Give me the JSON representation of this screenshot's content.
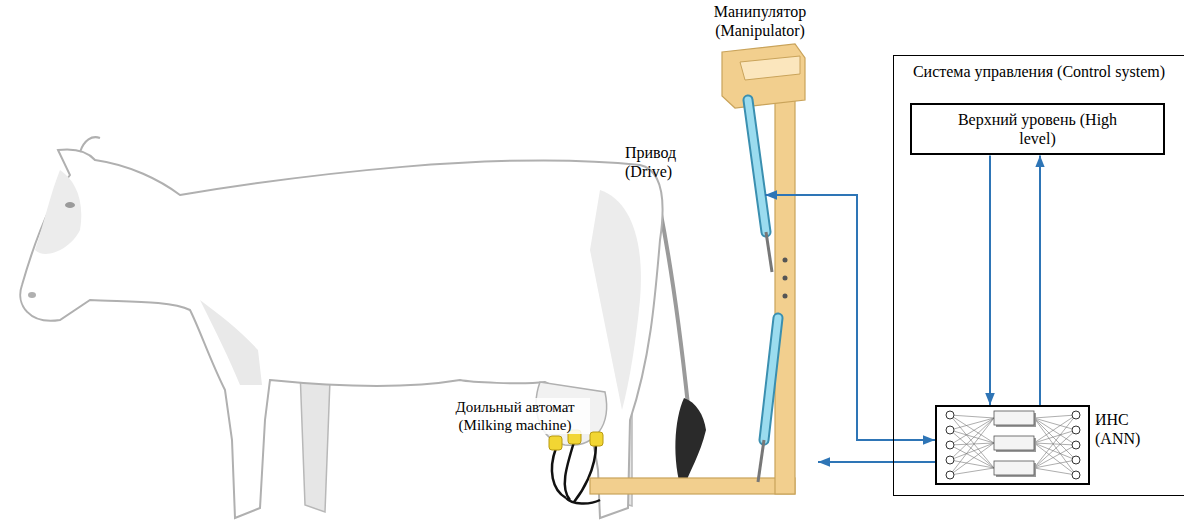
{
  "diagram": {
    "nodes": [
      {
        "text": [
          "Манипулятор (Manipulator)"
        ]
      },
      {
        "text": [
          "Привод (Drive)"
        ],
        "in": 0
      },
      {
        "text": [
          "Система управления (Control system)"
        ]
      },
      {
        "text": [
          "Верхний уровень (High level)"
        ],
        "in": 2
      },
      {
        "text": [
          "ИНС (ANN)"
        ],
        "in": 2
      }
    ],
    "edges": [
      {
        "from": 4,
        "to": 1,
        "arrow": "both"
      },
      {
        "from": 4,
        "to": 0,
        "arrow": "to"
      },
      {
        "from": 3,
        "to": 4,
        "arrow": "to"
      },
      {
        "from": 4,
        "to": 3,
        "arrow": "to"
      }
    ],
    "labels": [
      "Доильный автомат (Milking machine)"
    ]
  }
}
